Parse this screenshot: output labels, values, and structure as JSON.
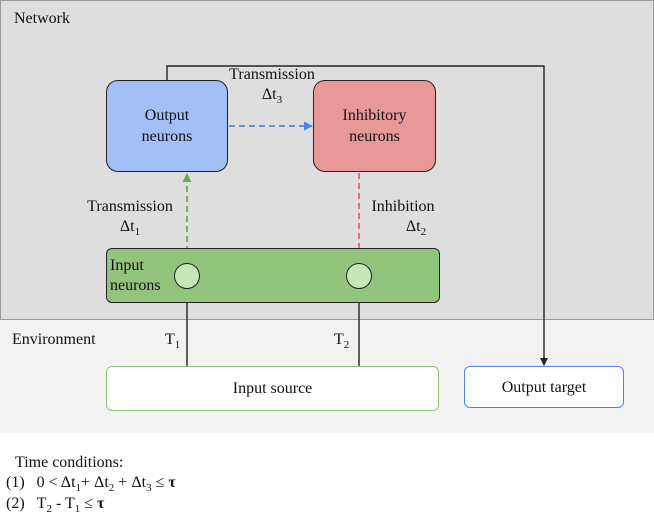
{
  "regions": {
    "network_label": "Network",
    "environment_label": "Environment"
  },
  "nodes": {
    "output_neurons": {
      "line1": "Output",
      "line2": "neurons"
    },
    "inhibitory_neurons": {
      "line1": "Inhibitory",
      "line2": "neurons"
    },
    "input_neurons": {
      "line1": "Input",
      "line2": "neurons"
    },
    "input_source": "Input source",
    "output_target": "Output target"
  },
  "edges": {
    "transmission_top": {
      "label": "Transmission",
      "delta": "Δt",
      "sub": "3"
    },
    "transmission_left": {
      "label": "Transmission",
      "delta": "Δt",
      "sub": "1"
    },
    "inhibition": {
      "label": "Inhibition",
      "delta": "Δt",
      "sub": "2"
    },
    "t1": {
      "label": "T",
      "sub": "1"
    },
    "t2": {
      "label": "T",
      "sub": "2"
    }
  },
  "colors": {
    "output_neurons_fill": "#a3bff5",
    "inhibitory_neurons_fill": "#e99898",
    "input_neurons_fill": "#93c47d",
    "transmission_arrow_blue": "#4a86e8",
    "transmission_arrow_green": "#6aa84f",
    "inhibition_arrow_red": "#e06666"
  },
  "conditions": {
    "title": "Time conditions:",
    "c1": {
      "num": "(1)",
      "p1": "0 < Δt",
      "s1": "1",
      "p2": "+ Δt",
      "s2": "2",
      "p3": " + Δt",
      "s3": "3",
      "p4": " ≤ ",
      "tau": "τ"
    },
    "c2": {
      "num": "(2)",
      "p1": "T",
      "s1": "2",
      "p2": " - T",
      "s2": "1",
      "p3": " ≤  ",
      "tau": "τ"
    }
  }
}
